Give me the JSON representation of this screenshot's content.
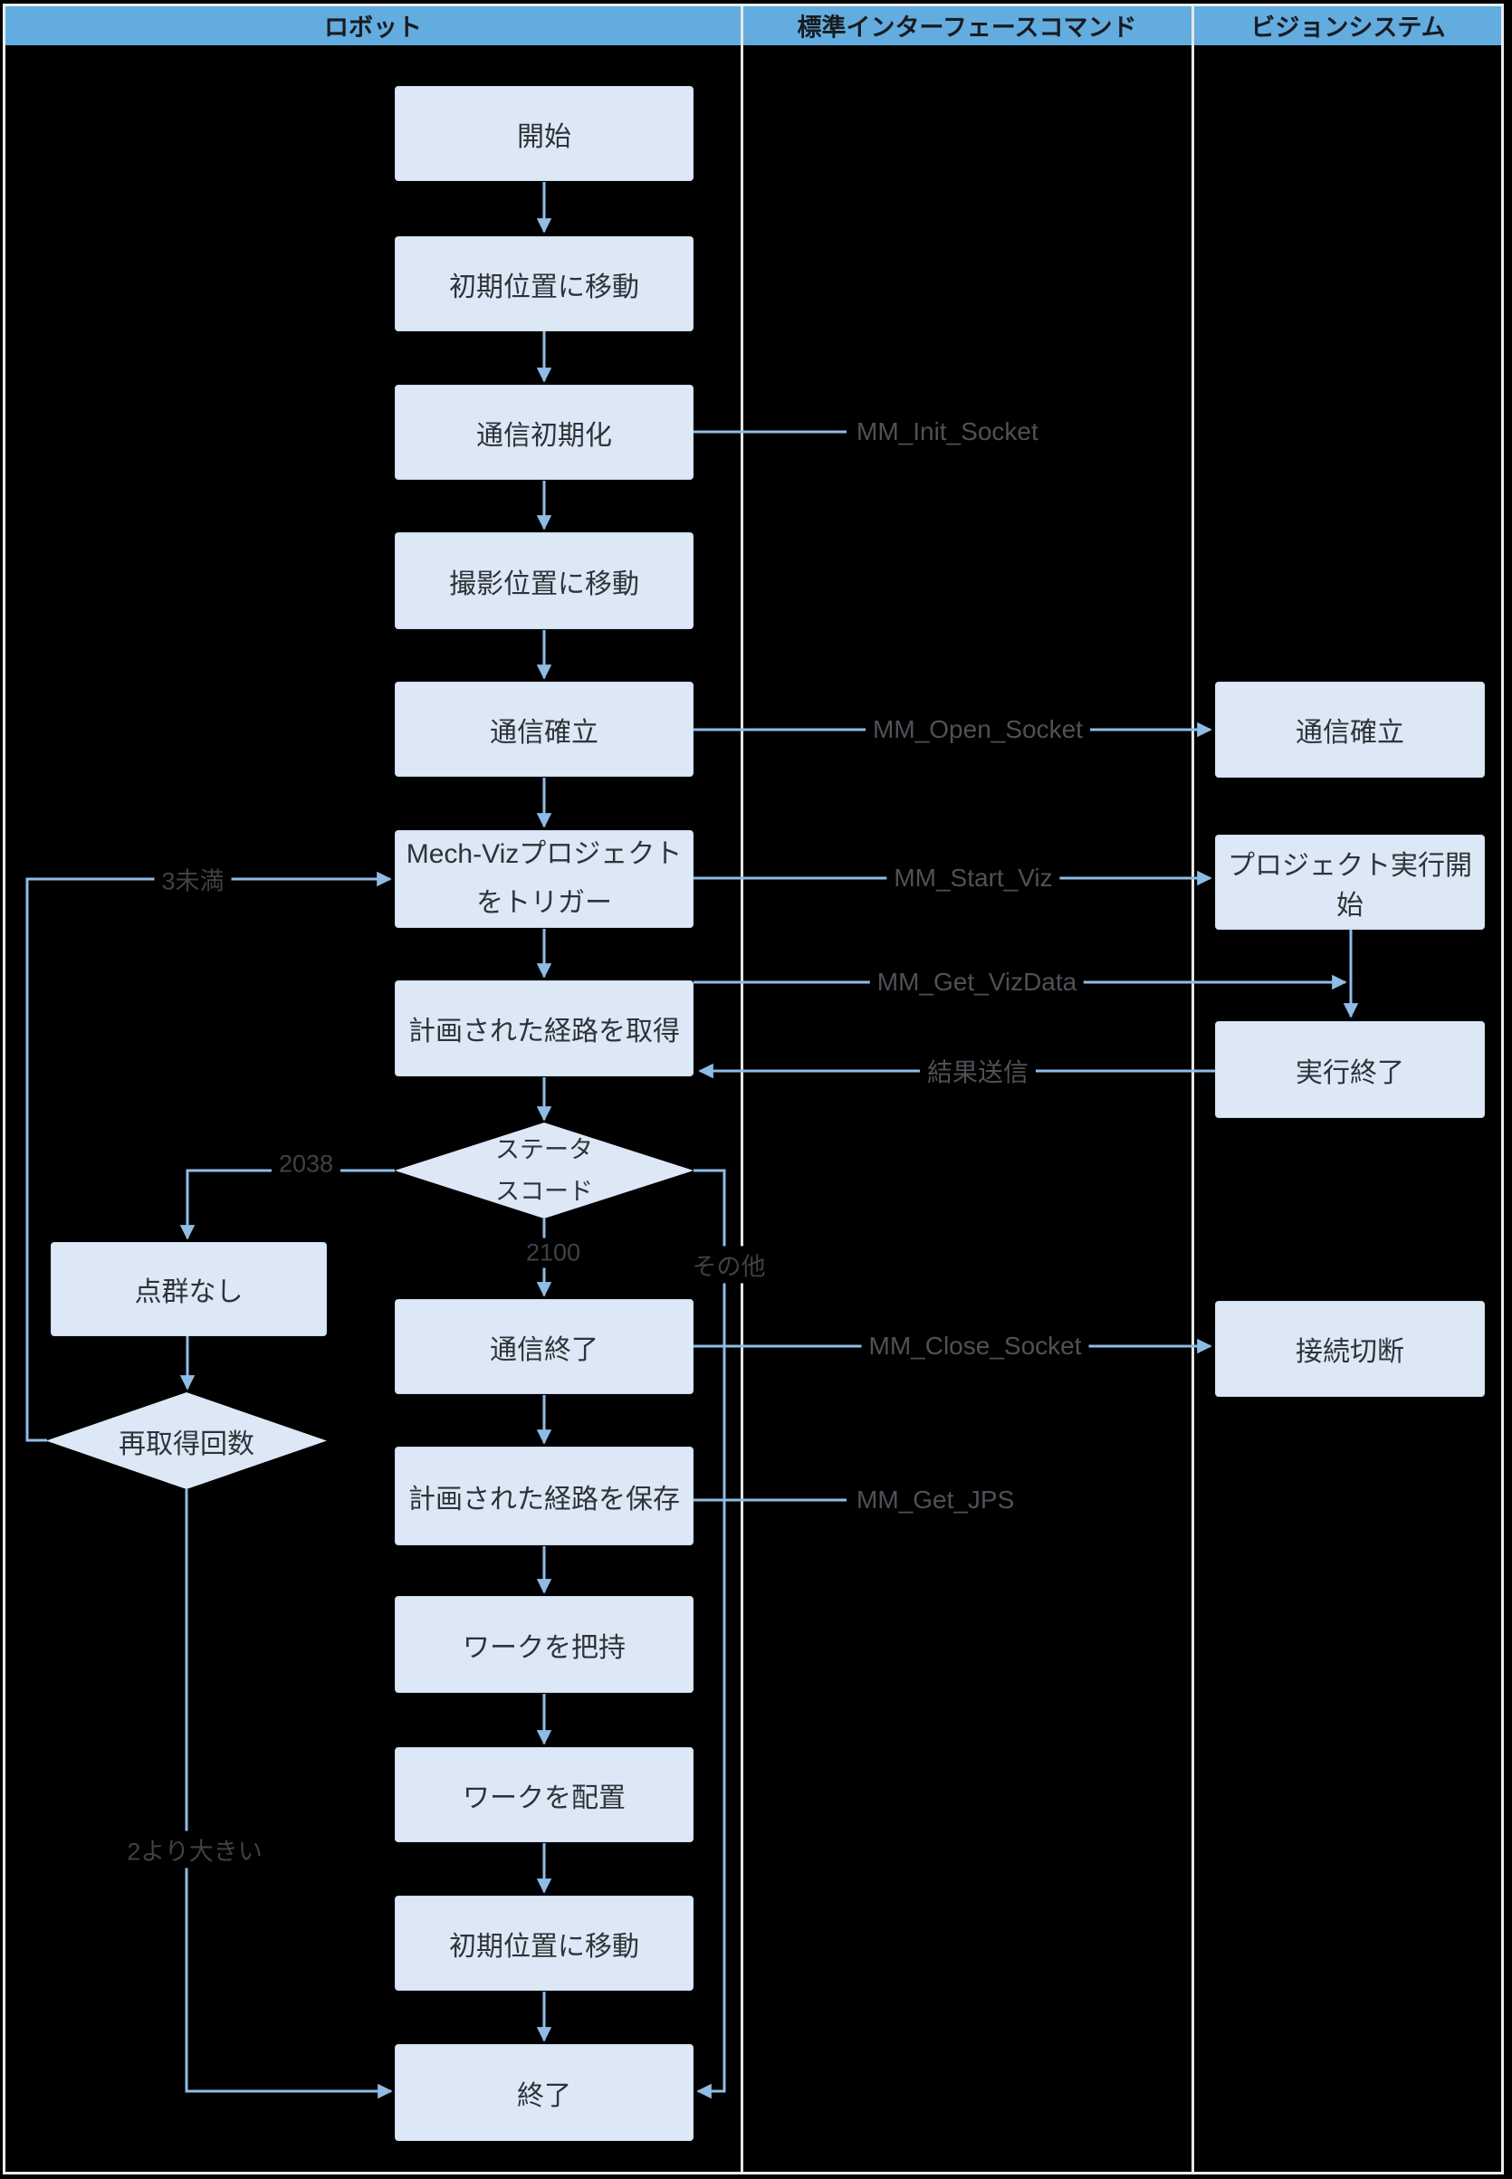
{
  "header": {
    "columns": [
      {
        "label": "ロボット"
      },
      {
        "label": "標準インターフェースコマンド"
      },
      {
        "label": "ビジョンシステム"
      }
    ]
  },
  "robot": {
    "start": "開始",
    "move_initial_1": "初期位置に移動",
    "comm_init": "通信初期化",
    "move_capture": "撮影位置に移動",
    "comm_establish": "通信確立",
    "trigger_viz_line1": "Mech-Vizプロジェクト",
    "trigger_viz_line2": "をトリガー",
    "get_path": "計画された経路を取得",
    "status_code_line1": "ステータ",
    "status_code_line2": "スコード",
    "no_point_cloud": "点群なし",
    "retry_count": "再取得回数",
    "comm_end": "通信終了",
    "save_path": "計画された経路を保存",
    "grasp_work": "ワークを把持",
    "place_work": "ワークを配置",
    "move_initial_2": "初期位置に移動",
    "end": "終了"
  },
  "vision": {
    "comm_establish": "通信確立",
    "project_start": "プロジェクト実行開始",
    "execution_end": "実行終了",
    "disconnect": "接続切断"
  },
  "commands": {
    "init_socket": "MM_Init_Socket",
    "open_socket": "MM_Open_Socket",
    "start_viz": "MM_Start_Viz",
    "get_vizdata": "MM_Get_VizData",
    "send_result": "結果送信",
    "close_socket": "MM_Close_Socket",
    "get_jps": "MM_Get_JPS"
  },
  "branch_labels": {
    "less_than_3": "3未満",
    "code_2038": "2038",
    "code_2100": "2100",
    "other": "その他",
    "greater_than_2": "2より大きい"
  },
  "colors": {
    "header_bg": "#63ACE0",
    "node_fill": "#DCE8F6",
    "edge_line": "#8FBCE6",
    "command_text": "#4E5156",
    "branch_text": "#3E4145"
  }
}
